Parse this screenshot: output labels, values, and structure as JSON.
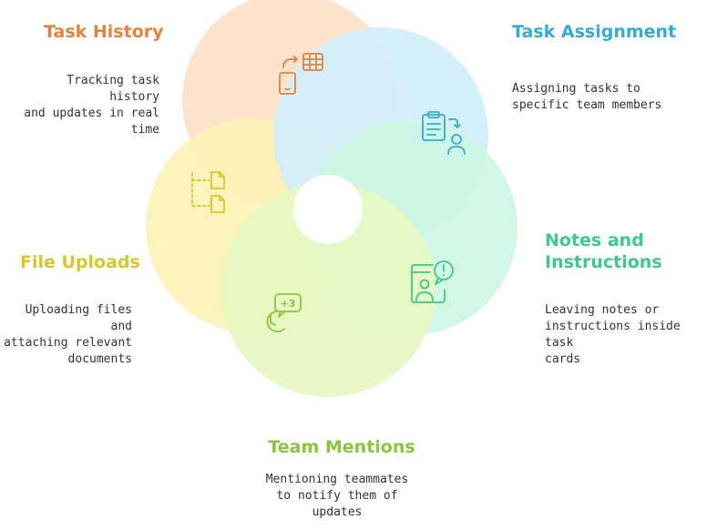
{
  "colors": {
    "history": "#E0843A",
    "assignment": "#35ABD4",
    "notes": "#3EC98C",
    "uploads": "#D9C62B",
    "mentions": "#8DC43A"
  },
  "segments": [
    {
      "key": "history",
      "title": "Task History",
      "description": [
        "Tracking task history",
        "and updates in real",
        "time"
      ],
      "icon": "phone-sync-table-icon",
      "fill": "#FDDFC8",
      "color": "#E0843A"
    },
    {
      "key": "assignment",
      "title": "Task Assignment",
      "description": [
        "Assigning tasks to",
        "specific team members"
      ],
      "icon": "clipboard-user-icon",
      "fill": "#D1EEFB",
      "color": "#35ABD4"
    },
    {
      "key": "notes",
      "title": [
        "Notes and",
        "Instructions"
      ],
      "description": [
        "Leaving notes or",
        "instructions inside task",
        "cards"
      ],
      "icon": "note-alert-user-icon",
      "fill": "#CDF6E4",
      "color": "#3EC98C"
    },
    {
      "key": "mentions",
      "title": "Team Mentions",
      "description": [
        "Mentioning teammates",
        "to notify them of",
        "updates"
      ],
      "icon": "clock-plus-three-icon",
      "mention_badge": "+3",
      "fill": "#E7F7C3",
      "color": "#8DC43A"
    },
    {
      "key": "uploads",
      "title": "File Uploads",
      "description": [
        "Uploading files and",
        "attaching relevant",
        "documents"
      ],
      "icon": "file-tree-icon",
      "fill": "#FCF3B6",
      "color": "#D9C62B"
    }
  ]
}
